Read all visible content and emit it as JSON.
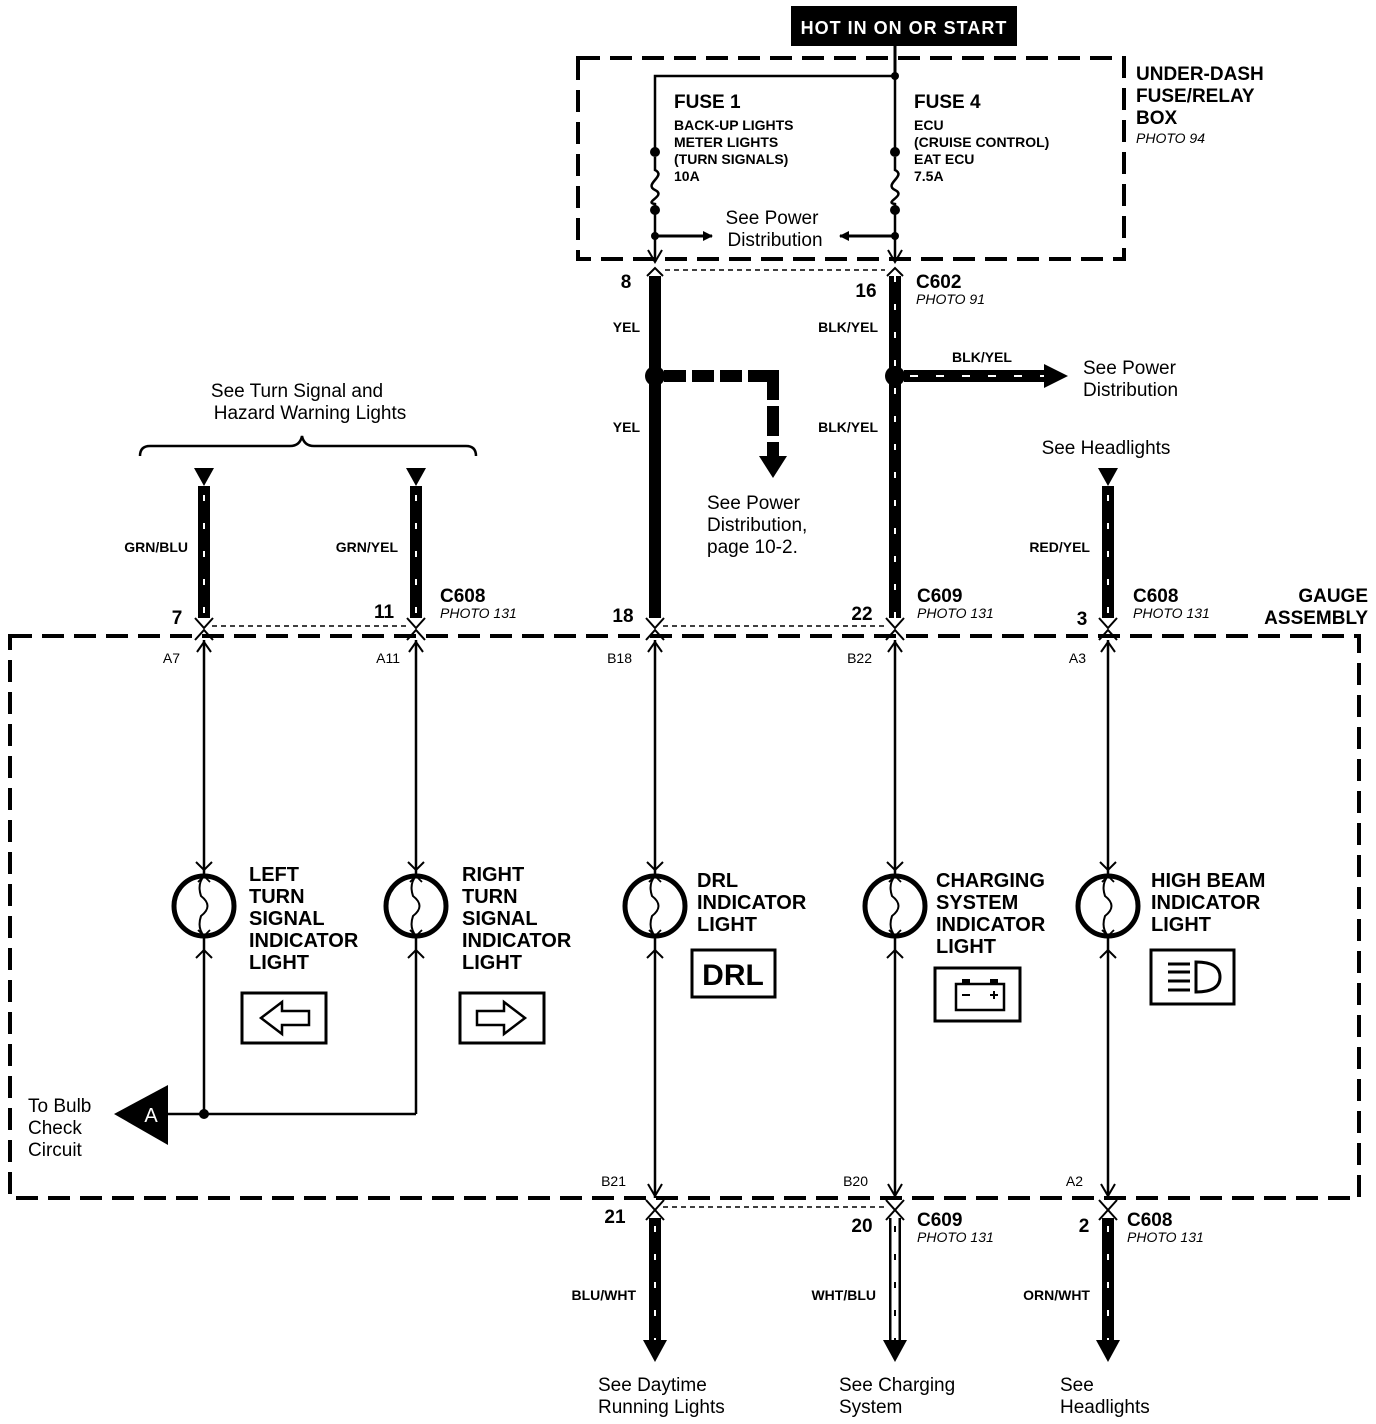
{
  "power": {
    "source": "HOT IN ON OR START"
  },
  "fuse_box": {
    "title": [
      "UNDER-DASH",
      "FUSE/RELAY",
      "BOX"
    ],
    "photo": "PHOTO 94"
  },
  "fuse1": {
    "name": "FUSE 1",
    "desc": [
      "BACK-UP LIGHTS",
      "METER LIGHTS",
      "(TURN SIGNALS)",
      "10A"
    ]
  },
  "fuse4": {
    "name": "FUSE 4",
    "desc": [
      "ECU",
      "(CRUISE CONTROL)",
      "EAT ECU",
      "7.5A"
    ]
  },
  "refs": {
    "power_dist_box": [
      "See Power",
      "Distribution"
    ],
    "power_dist_right": [
      "See Power",
      "Distribution"
    ],
    "power_dist_page": [
      "See Power",
      "Distribution,",
      "page 10-2."
    ],
    "turn_signal": [
      "See Turn Signal and",
      "Hazard Warning Lights"
    ],
    "headlights_top": "See Headlights",
    "bulb_check": [
      "To Bulb",
      "Check",
      "Circuit"
    ],
    "drl_bottom": [
      "See Daytime",
      "Running Lights"
    ],
    "charging_bottom": [
      "See Charging",
      "System"
    ],
    "headlights_bottom": [
      "See",
      "Headlights"
    ]
  },
  "connectors": {
    "c602": {
      "name": "C602",
      "photo": "PHOTO 91",
      "pins": [
        "8",
        "16"
      ]
    },
    "c608_top_left": {
      "name": "C608",
      "photo": "PHOTO 131",
      "pins": [
        "7",
        "11"
      ]
    },
    "c609_top": {
      "name": "C609",
      "photo": "PHOTO 131",
      "pins": [
        "18",
        "22"
      ]
    },
    "c608_top_right": {
      "name": "C608",
      "photo": "PHOTO 131",
      "pins": [
        "3"
      ]
    },
    "c609_bottom": {
      "name": "C609",
      "photo": "PHOTO 131",
      "pins": [
        "21",
        "20"
      ]
    },
    "c608_bottom": {
      "name": "C608",
      "photo": "PHOTO 131",
      "pins": [
        "2"
      ]
    }
  },
  "gauge": {
    "title": [
      "GAUGE",
      "ASSEMBLY"
    ]
  },
  "terminals": {
    "top": [
      "A7",
      "A11",
      "B18",
      "B22",
      "A3"
    ],
    "bottom": [
      "B21",
      "B20",
      "A2"
    ]
  },
  "wires": {
    "yel_a": "YEL",
    "yel_b": "YEL",
    "blkyel_a": "BLK/YEL",
    "blkyel_b": "BLK/YEL",
    "blkyel_c": "BLK/YEL",
    "grnblu": "GRN/BLU",
    "grnyel": "GRN/YEL",
    "redyel": "RED/YEL",
    "bluwht": "BLU/WHT",
    "whtblu": "WHT/BLU",
    "ornwht": "ORN/WHT"
  },
  "lights": {
    "left": [
      "LEFT",
      "TURN",
      "SIGNAL",
      "INDICATOR",
      "LIGHT"
    ],
    "right": [
      "RIGHT",
      "TURN",
      "SIGNAL",
      "INDICATOR",
      "LIGHT"
    ],
    "drl": [
      "DRL",
      "INDICATOR",
      "LIGHT"
    ],
    "charging": [
      "CHARGING",
      "SYSTEM",
      "INDICATOR",
      "LIGHT"
    ],
    "highbeam": [
      "HIGH BEAM",
      "INDICATOR",
      "LIGHT"
    ]
  },
  "symbols": {
    "drl": "DRL",
    "bulb_check_marker": "A"
  }
}
